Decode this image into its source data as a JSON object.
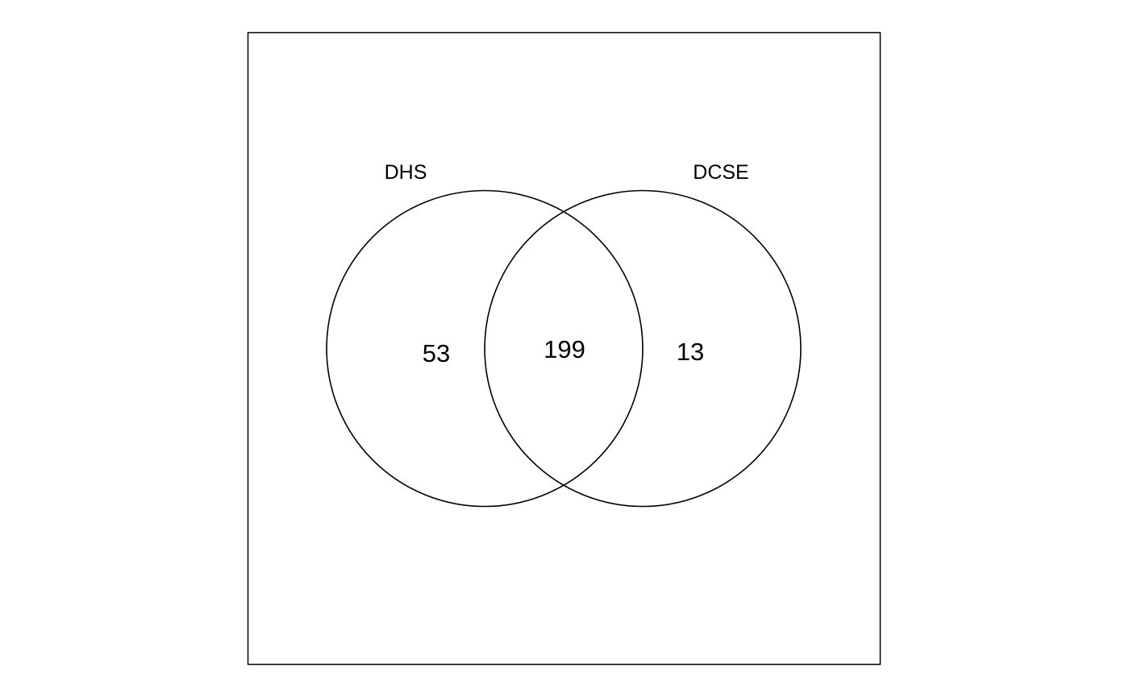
{
  "venn": {
    "sets": [
      {
        "name": "DHS",
        "only_count": "53"
      },
      {
        "name": "DCSE",
        "only_count": "13"
      }
    ],
    "intersection_count": "199",
    "stroke_color": "#000000",
    "background_color": "#ffffff"
  }
}
